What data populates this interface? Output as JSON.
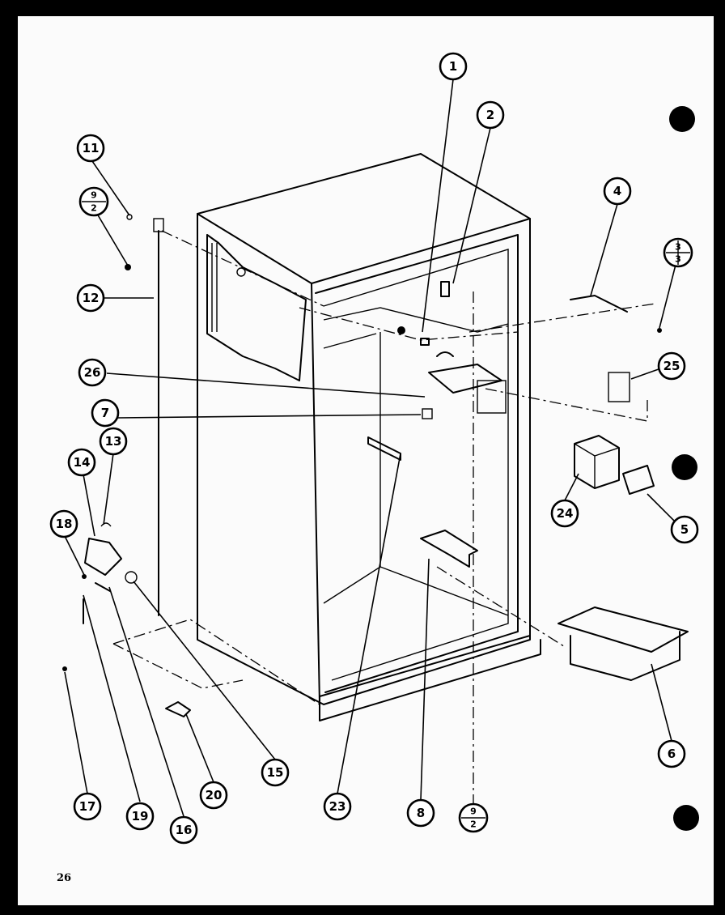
{
  "page": {
    "number": "26"
  },
  "callouts": {
    "c1": "1",
    "c2": "2",
    "c4": "4",
    "c5": "5",
    "c6": "6",
    "c7": "7",
    "c8": "8",
    "c11": "11",
    "c12": "12",
    "c13": "13",
    "c14": "14",
    "c15": "15",
    "c16": "16",
    "c17": "17",
    "c18": "18",
    "c19": "19",
    "c20": "20",
    "c23": "23",
    "c24": "24",
    "c25": "25",
    "c26": "26",
    "f_left_top": "9",
    "f_left_bot": "2",
    "f_right_top": "3",
    "f_right_bot": "3",
    "f_bottom_top": "9",
    "f_bottom_bot": "2"
  },
  "colors": {
    "ink": "#000000",
    "paper": "#fbfbfb",
    "border": "#000000"
  }
}
